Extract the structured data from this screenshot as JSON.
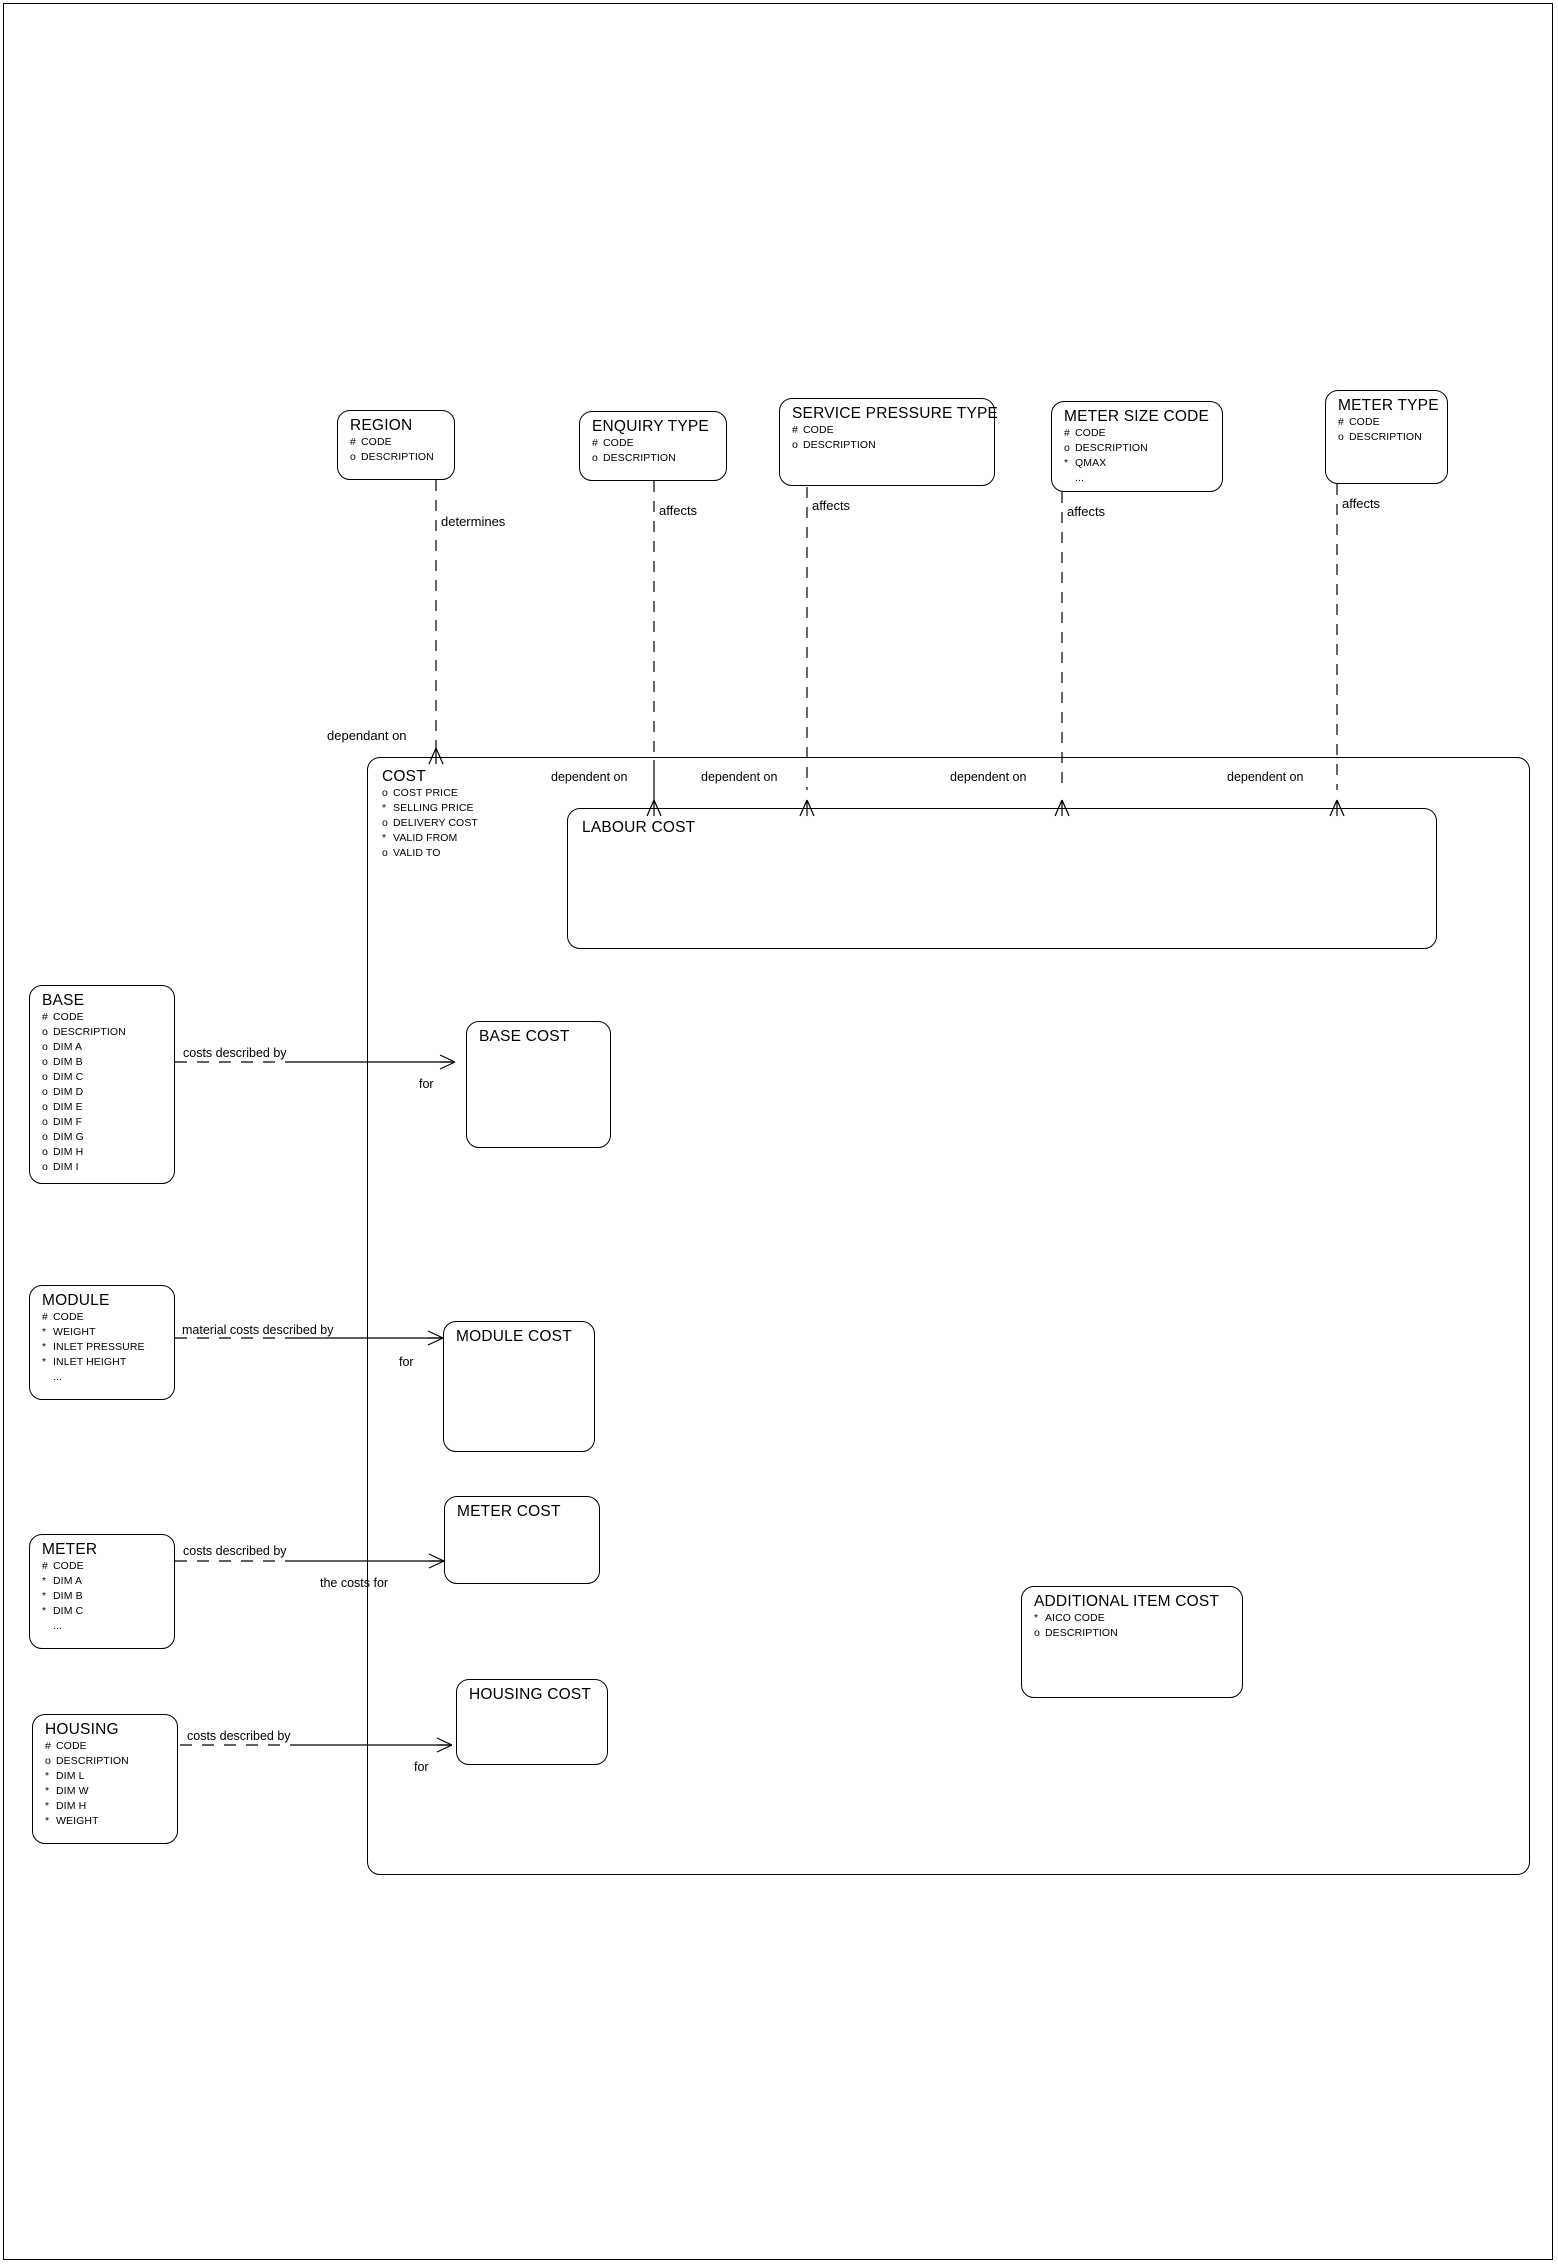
{
  "diagram": {
    "title": "Cost Entity Relationship Diagram",
    "type": "entity-relationship-diagram",
    "notation": "barker",
    "stroke_color": "#000000",
    "background_color": "#ffffff"
  },
  "entities": [
    {
      "id": "region",
      "name": "REGION",
      "attributes": [
        {
          "mark": "#",
          "name": "CODE"
        },
        {
          "mark": "o",
          "name": "DESCRIPTION"
        }
      ]
    },
    {
      "id": "enquiry-type",
      "name": "ENQUIRY TYPE",
      "attributes": [
        {
          "mark": "#",
          "name": "CODE"
        },
        {
          "mark": "o",
          "name": "DESCRIPTION"
        }
      ]
    },
    {
      "id": "service-pressure-type",
      "name": "SERVICE PRESSURE TYPE",
      "attributes": [
        {
          "mark": "#",
          "name": "CODE"
        },
        {
          "mark": "o",
          "name": "DESCRIPTION"
        }
      ]
    },
    {
      "id": "meter-size-code",
      "name": "METER SIZE CODE",
      "attributes": [
        {
          "mark": "#",
          "name": "CODE"
        },
        {
          "mark": "o",
          "name": "DESCRIPTION"
        },
        {
          "mark": "*",
          "name": "QMAX"
        },
        {
          "mark": "",
          "name": "..."
        }
      ]
    },
    {
      "id": "meter-type",
      "name": "METER TYPE",
      "attributes": [
        {
          "mark": "#",
          "name": "CODE"
        },
        {
          "mark": "o",
          "name": "DESCRIPTION"
        }
      ]
    },
    {
      "id": "cost",
      "name": "COST",
      "attributes": [
        {
          "mark": "o",
          "name": "COST PRICE"
        },
        {
          "mark": "*",
          "name": "SELLING PRICE"
        },
        {
          "mark": "o",
          "name": "DELIVERY COST"
        },
        {
          "mark": "*",
          "name": "VALID FROM"
        },
        {
          "mark": "o",
          "name": "VALID TO"
        }
      ]
    },
    {
      "id": "labour-cost",
      "name": "LABOUR COST",
      "attributes": []
    },
    {
      "id": "base",
      "name": "BASE",
      "attributes": [
        {
          "mark": "#",
          "name": "CODE"
        },
        {
          "mark": "o",
          "name": "DESCRIPTION"
        },
        {
          "mark": "o",
          "name": "DIM A"
        },
        {
          "mark": "o",
          "name": "DIM B"
        },
        {
          "mark": "o",
          "name": "DIM C"
        },
        {
          "mark": "o",
          "name": "DIM D"
        },
        {
          "mark": "o",
          "name": "DIM E"
        },
        {
          "mark": "o",
          "name": "DIM F"
        },
        {
          "mark": "o",
          "name": "DIM G"
        },
        {
          "mark": "o",
          "name": "DIM H"
        },
        {
          "mark": "o",
          "name": "DIM I"
        }
      ]
    },
    {
      "id": "base-cost",
      "name": "BASE COST",
      "attributes": []
    },
    {
      "id": "module",
      "name": "MODULE",
      "attributes": [
        {
          "mark": "#",
          "name": "CODE"
        },
        {
          "mark": "*",
          "name": "WEIGHT"
        },
        {
          "mark": "*",
          "name": "INLET PRESSURE"
        },
        {
          "mark": "*",
          "name": "INLET HEIGHT"
        },
        {
          "mark": "",
          "name": "..."
        }
      ]
    },
    {
      "id": "module-cost",
      "name": "MODULE COST",
      "attributes": []
    },
    {
      "id": "meter",
      "name": "METER",
      "attributes": [
        {
          "mark": "#",
          "name": "CODE"
        },
        {
          "mark": "*",
          "name": "DIM A"
        },
        {
          "mark": "*",
          "name": "DIM B"
        },
        {
          "mark": "*",
          "name": "DIM C"
        },
        {
          "mark": "",
          "name": "..."
        }
      ]
    },
    {
      "id": "meter-cost",
      "name": "METER COST",
      "attributes": []
    },
    {
      "id": "housing",
      "name": "HOUSING",
      "attributes": [
        {
          "mark": "#",
          "name": "CODE"
        },
        {
          "mark": "o",
          "name": "DESCRIPTION"
        },
        {
          "mark": "*",
          "name": "DIM L"
        },
        {
          "mark": "*",
          "name": "DIM W"
        },
        {
          "mark": "*",
          "name": "DIM H"
        },
        {
          "mark": "*",
          "name": "WEIGHT"
        }
      ]
    },
    {
      "id": "housing-cost",
      "name": "HOUSING COST",
      "attributes": []
    },
    {
      "id": "additional-item-cost",
      "name": "ADDITIONAL ITEM COST",
      "attributes": [
        {
          "mark": "*",
          "name": "AICO CODE"
        },
        {
          "mark": "o",
          "name": "DESCRIPTION"
        }
      ]
    }
  ],
  "relationship_labels": {
    "determines": "determines",
    "affects_enquiry": "affects",
    "affects_service_pressure": "affects",
    "affects_meter_size": "affects",
    "affects_meter_type": "affects",
    "dependant_on": "dependant on",
    "dependent_on_1": "dependent on",
    "dependent_on_2": "dependent on",
    "dependent_on_3": "dependent on",
    "dependent_on_4": "dependent on",
    "base_costs_described_by": "costs described by",
    "base_for": "for",
    "module_material_costs_described_by": "material costs described by",
    "module_for": "for",
    "meter_costs_described_by": "costs described by",
    "meter_the_costs_for": "the costs for",
    "housing_costs_described_by": "costs described by",
    "housing_for": "for"
  }
}
